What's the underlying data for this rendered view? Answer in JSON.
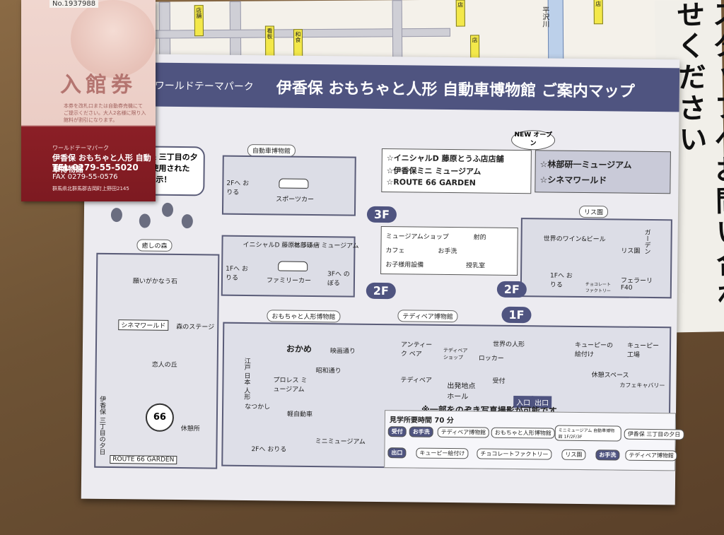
{
  "ticket": {
    "number": "No.1937988",
    "title": "入館券",
    "notice": "本券を改札口または自動券売機にて ご提示ください。大人2名様に限り入館料が割引になります。",
    "org_line1": "ワールドテーマパーク",
    "org_line2": "伊香保 おもちゃと人形 自動車博物館",
    "tel": "TEL 0279-55-5020",
    "fax": "FAX 0279-55-0576",
    "address": "群馬県北群馬郡吉岡町上野田2145"
  },
  "handwritten_note": "スタッフへお問い合わせください",
  "background_map": {
    "road_label": "平沢川"
  },
  "map": {
    "theme_label": "ワールドテーマパーク",
    "title": "伊香保 おもちゃと人形 自動車博物館 ご案内マップ",
    "features": [
      "☆イニシャルD 藤原とうふ店店舗",
      "☆伊香保ミニ ミュージアム",
      "☆ROUTE 66 GARDEN"
    ],
    "new_badge": "NEW オープン",
    "new_features": [
      "☆林部研一ミュージアム",
      "☆シネマワールド"
    ],
    "floors": {
      "f3": "3F",
      "f2": "2F",
      "f1": "1F",
      "f2_right": "2F"
    },
    "car_museum": "自動車博物館",
    "sports_car": "スポーツカー",
    "family_car": "ファミリーカー",
    "initial_d": "イニシャルD 藤原とうふ店",
    "hayashibe": "林部研一 ミュージアム",
    "up_2f": "2Fへ おりる",
    "down_1f": "1Fへ おりる",
    "up_3f": "3Fへ のぼる",
    "sanchome": "伊香保 三丁目の夕日で 使用された 車を展示！",
    "risu_en": "リス園",
    "wine_beer": "世界のワイン&ビール",
    "garden": "ガーデン",
    "risu_room": "リス園",
    "ferrari": "フェラーリ F40",
    "chocolate_factory": "チョコレート ファクトリー",
    "legend": [
      "ミュージアムショップ",
      "射的",
      "カフェ",
      "お手洗",
      "お子様用設備",
      "授乳室"
    ],
    "iyashi_mori": "癒しの森",
    "negai_ishi": "願いがかなう石",
    "cinema_world": "シネマワールド",
    "mori_stage": "森のステージ",
    "koibito_no_oka": "恋人の丘",
    "kyukeijo": "休憩所",
    "route66": "ROUTE 66 GARDEN",
    "sanchome_side": "伊香保 三丁目の夕日",
    "toy_doll_museum": "おもちゃと人形博物館",
    "teddy_museum": "テディベア博物館",
    "antique_bear": "アンティーク ベア",
    "teddy_shop": "テディベア ショップ",
    "eigadori": "映画通り",
    "okame": "おかめ",
    "edo": "江戸 日本 人形",
    "pro_wrestling": "プロレス ミュージアム",
    "showa": "昭和通り",
    "kei_car": "軽自動車",
    "mini_museum": "ミニミュージアム",
    "natsukashi": "なつかし",
    "teddy_bear": "テディベア",
    "world_dolls": "世界の人形",
    "locker": "ロッカー",
    "uketsuke": "受付",
    "departure_hall": "出発地点 ホール",
    "kewpie_paint": "キューピーの 絵付け",
    "kewpie_factory": "キューピー 工場",
    "rest_space": "休憩スペース",
    "cafe_kyabari": "カフェキャバリー",
    "entrance": "入口",
    "exit": "出口",
    "photo_note": "※一部をのぞき写真撮影が可能です。",
    "visit_time": "見学所要時間 70 分",
    "route_row1": [
      "受付",
      "お手洗",
      "テディベア博物館",
      "おもちゃと人形博物館",
      "ミニミュージアム 自動車博物館 1F/2F/3F",
      "伊香保 三丁目の夕日"
    ],
    "route_row2": [
      "出口",
      "キューピー絵付け",
      "チョコレートファクトリー",
      "リス園",
      "お手洗",
      "テディベア博物館"
    ]
  }
}
